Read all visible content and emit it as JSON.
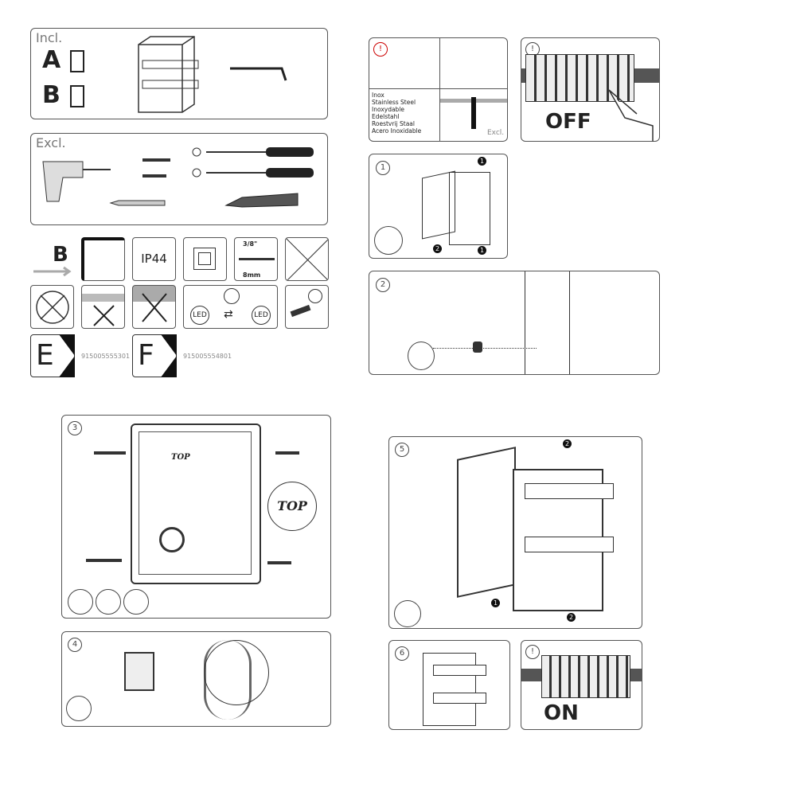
{
  "included": {
    "label": "Incl.",
    "manuals": [
      "A",
      "B"
    ]
  },
  "excluded": {
    "label": "Excl."
  },
  "icons": {
    "manual_ref": "B",
    "ip_rating": "IP44",
    "strip_imperial": "3/8\"",
    "strip_metric": "8mm",
    "led_left": "LED",
    "led_right": "LED"
  },
  "energy": [
    {
      "class": "E",
      "code": "915005555301"
    },
    {
      "class": "F",
      "code": "915005554801"
    }
  ],
  "warning": {
    "mark": "!",
    "materials": [
      "Inox",
      "Stainless Steel",
      "Inoxydable",
      "Edelstahl",
      "Roestvrij Staal",
      "Acero Inoxidable"
    ],
    "excl": "Excl."
  },
  "power_off": {
    "mark": "!",
    "text": "OFF"
  },
  "power_on": {
    "mark": "!",
    "text": "ON"
  },
  "steps": [
    {
      "n": "1",
      "markers": [
        "1",
        "1",
        "2"
      ]
    },
    {
      "n": "2"
    },
    {
      "n": "3",
      "top_label": "TOP",
      "top_callout": "TOP"
    },
    {
      "n": "4"
    },
    {
      "n": "5",
      "markers": [
        "2",
        "1",
        "2"
      ]
    },
    {
      "n": "6"
    }
  ]
}
